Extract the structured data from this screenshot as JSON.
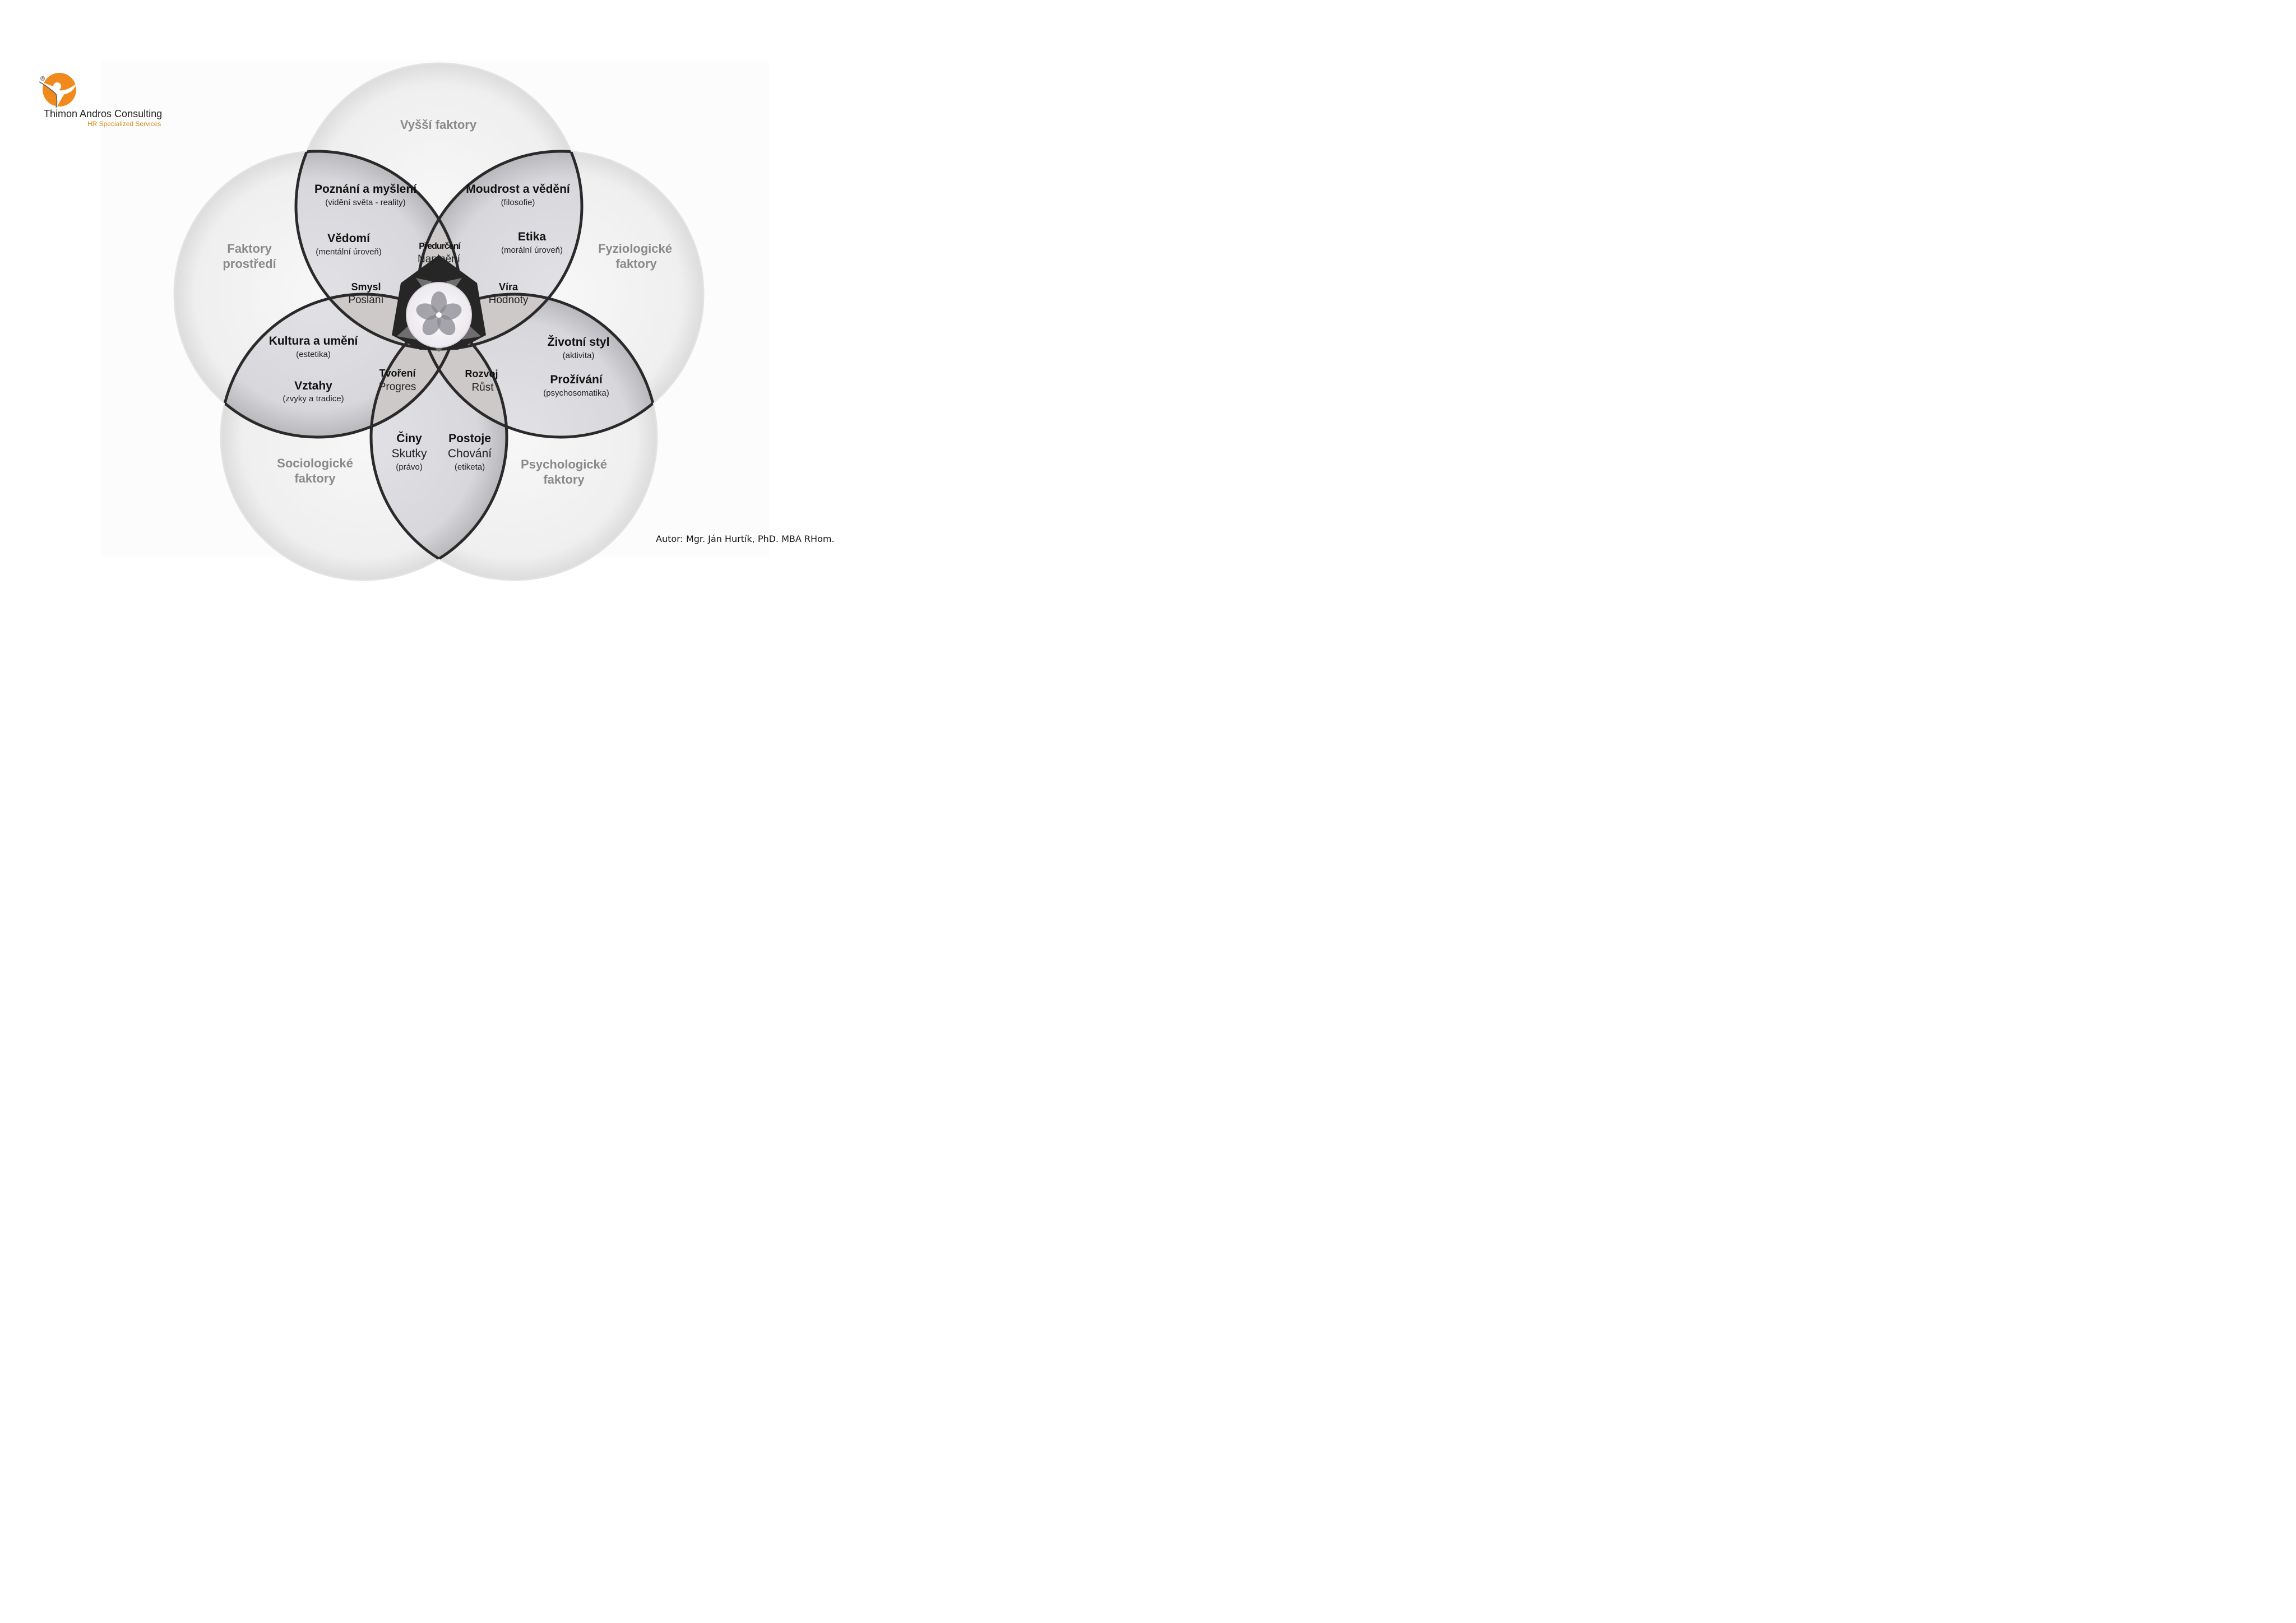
{
  "logo": {
    "name": "Thimon Andros Consulting",
    "tagline": "HR Specialized Services",
    "registered_mark": "®",
    "brand_color": "#f08a1c"
  },
  "colors": {
    "outer_circle_fill": "#f1f1f1",
    "petal_fill": "#dddde0",
    "overlap_fill": "#cfcbcb",
    "outline": "#2a2a2a",
    "outer_label": "#8a8a8a"
  },
  "outer_factors": {
    "top": "Vyšší faktory",
    "left_line1": "Faktory",
    "left_line2": "prostředí",
    "right_line1": "Fyziologické",
    "right_line2": "faktory",
    "bottom_left_line1": "Sociologické",
    "bottom_left_line2": "faktory",
    "bottom_right_line1": "Psychologické",
    "bottom_right_line2": "faktory"
  },
  "petals": {
    "upper_left": {
      "title1": "Poznání a myšlení",
      "sub1": "(vidění světa - reality)",
      "title2": "Vědomí",
      "sub2": "(mentální úroveň)"
    },
    "upper_right": {
      "title1": "Moudrost a vědění",
      "sub1": "(filosofie)",
      "title2": "Etika",
      "sub2": "(morální úroveň)"
    },
    "left": {
      "title1": "Kultura a umění",
      "sub1": "(estetika)",
      "title2": "Vztahy",
      "sub2": "(zvyky a tradice)"
    },
    "right": {
      "title1": "Životní styl",
      "sub1": "(aktivita)",
      "title2": "Prožívání",
      "sub2": "(psychosomatika)"
    },
    "bottom": {
      "col1_title": "Činy",
      "col1_word": "Skutky",
      "col1_sub": "(právo)",
      "col2_title": "Postoje",
      "col2_word": "Chování",
      "col2_sub": "(etiketa)"
    }
  },
  "overlaps": {
    "top": {
      "title": "Předurčení",
      "word": "Naplnění"
    },
    "upper_left": {
      "title": "Smysl",
      "word": "Poslání"
    },
    "upper_right": {
      "title": "Víra",
      "word": "Hodnoty"
    },
    "lower_left": {
      "title": "Tvoření",
      "word": "Progres"
    },
    "lower_right": {
      "title": "Rozvoj",
      "word": "Růst"
    }
  },
  "author": "Autor: Mgr. Ján Hurtík, PhD. MBA RHom."
}
